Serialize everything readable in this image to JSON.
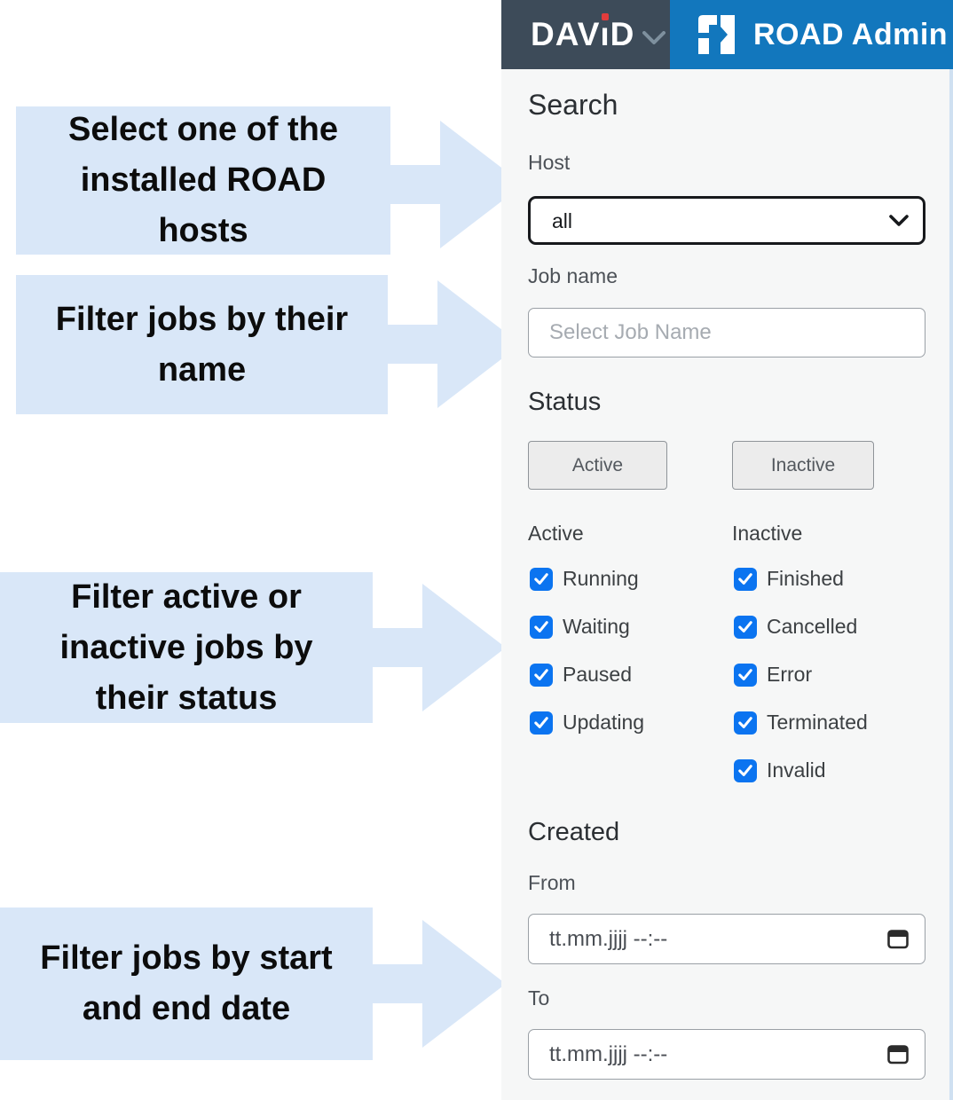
{
  "header": {
    "brand": "DAViD",
    "brand_parts": {
      "prefix": "DAV",
      "i": "ı",
      "suffix": "D"
    },
    "app_title": "ROAD Admin"
  },
  "callouts": [
    {
      "text": "Select one of the\ninstalled ROAD\nhosts"
    },
    {
      "text": "Filter jobs by their\nname"
    },
    {
      "text": "Filter active or\ninactive jobs by\ntheir status"
    },
    {
      "text": "Filter jobs by start\nand end date"
    }
  ],
  "search": {
    "title": "Search",
    "host": {
      "label": "Host",
      "selected": "all"
    },
    "job_name": {
      "label": "Job name",
      "placeholder": "Select Job Name"
    },
    "status": {
      "title": "Status",
      "buttons": {
        "active": "Active",
        "inactive": "Inactive"
      },
      "active_group": {
        "label": "Active",
        "options": [
          {
            "label": "Running",
            "checked": true
          },
          {
            "label": "Waiting",
            "checked": true
          },
          {
            "label": "Paused",
            "checked": true
          },
          {
            "label": "Updating",
            "checked": true
          }
        ]
      },
      "inactive_group": {
        "label": "Inactive",
        "options": [
          {
            "label": "Finished",
            "checked": true
          },
          {
            "label": "Cancelled",
            "checked": true
          },
          {
            "label": "Error",
            "checked": true
          },
          {
            "label": "Terminated",
            "checked": true
          },
          {
            "label": "Invalid",
            "checked": true
          }
        ]
      }
    },
    "created": {
      "title": "Created",
      "from": {
        "label": "From",
        "value": "tt.mm.jjjj --:--"
      },
      "to": {
        "label": "To",
        "value": "tt.mm.jjjj --:--"
      }
    }
  },
  "colors": {
    "header_dark": "#3d4b59",
    "header_blue": "#1277bd",
    "brand_dot_red": "#e23c3c",
    "callout_bg": "#d9e7f8",
    "checkbox_blue": "#0b74f0",
    "panel_bg": "#f6f7f7"
  }
}
